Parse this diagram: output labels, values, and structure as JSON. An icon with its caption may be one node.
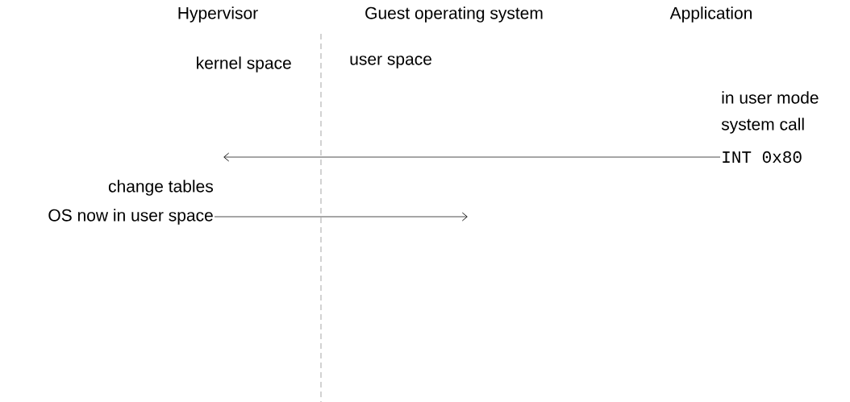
{
  "diagram": {
    "nodes": [
      {
        "text": [
          "INT 0x80"
        ],
        "beside": [
          "in user mode",
          "system call"
        ]
      },
      {
        "text": [
          "OS now in user space"
        ],
        "beside": [
          "change tables"
        ]
      }
    ],
    "edges": [
      {
        "from": 0,
        "to": null,
        "arrow": "to"
      },
      {
        "from": 1,
        "to": null,
        "arrow": "to"
      }
    ],
    "labels": [
      "Hypervisor",
      "Guest operating system",
      "Application",
      "kernel space",
      "user space"
    ]
  }
}
